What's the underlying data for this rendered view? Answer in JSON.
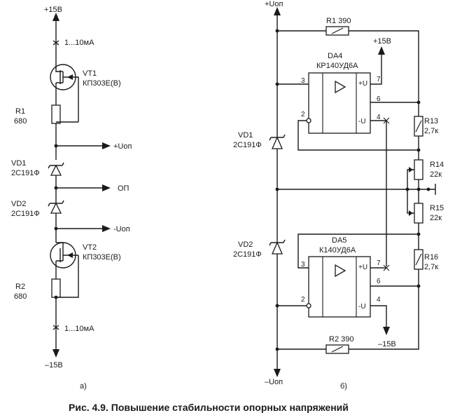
{
  "caption": "Рис. 4.9. Повышение стабильности опорных напряжений",
  "circuit_a": {
    "sublabel": "а)",
    "supply_top": "+15В",
    "supply_bottom": "–15В",
    "current_top": "1...10мА",
    "current_bottom": "1...10мА",
    "vt1": {
      "name": "VT1",
      "type": "КП303Е(В)"
    },
    "r1": {
      "name": "R1",
      "value": "680"
    },
    "vd1": {
      "name": "VD1",
      "type": "2С191Ф"
    },
    "vd2": {
      "name": "VD2",
      "type": "2С191Ф"
    },
    "vt2": {
      "name": "VT2",
      "type": "КП303Е(В)"
    },
    "r2": {
      "name": "R2",
      "value": "680"
    },
    "out_pos": "+Uоп",
    "out_ref": "ОП",
    "out_neg": "-Uоп"
  },
  "circuit_b": {
    "sublabel": "б)",
    "top_rail": "+Uоп",
    "bottom_rail": "–Uоп",
    "r1": "R1 390",
    "r2": "R2 390",
    "da4": {
      "name": "DA4",
      "type": "КР140УД6А",
      "supply": "+15В",
      "pin_in_plus": "3",
      "pin_in_minus": "2",
      "pin_vplus": "7",
      "pin_out": "6",
      "pin_vminus": "4",
      "vplus": "+U",
      "vminus": "-U"
    },
    "da5": {
      "name": "DA5",
      "type": "К140УД6А",
      "supply": "–15В",
      "pin_in_plus": "3",
      "pin_in_minus": "2",
      "pin_vplus": "7",
      "pin_out": "6",
      "pin_vminus": "4",
      "vplus": "+U",
      "vminus": "-U"
    },
    "vd1": {
      "name": "VD1",
      "type": "2С191Ф"
    },
    "vd2": {
      "name": "VD2",
      "type": "2С191Ф"
    },
    "r13": {
      "name": "R13",
      "value": "2,7к"
    },
    "r14": {
      "name": "R14",
      "value": "22к"
    },
    "r15": {
      "name": "R15",
      "value": "22к"
    },
    "r16": {
      "name": "R16",
      "value": "2,7к"
    }
  }
}
